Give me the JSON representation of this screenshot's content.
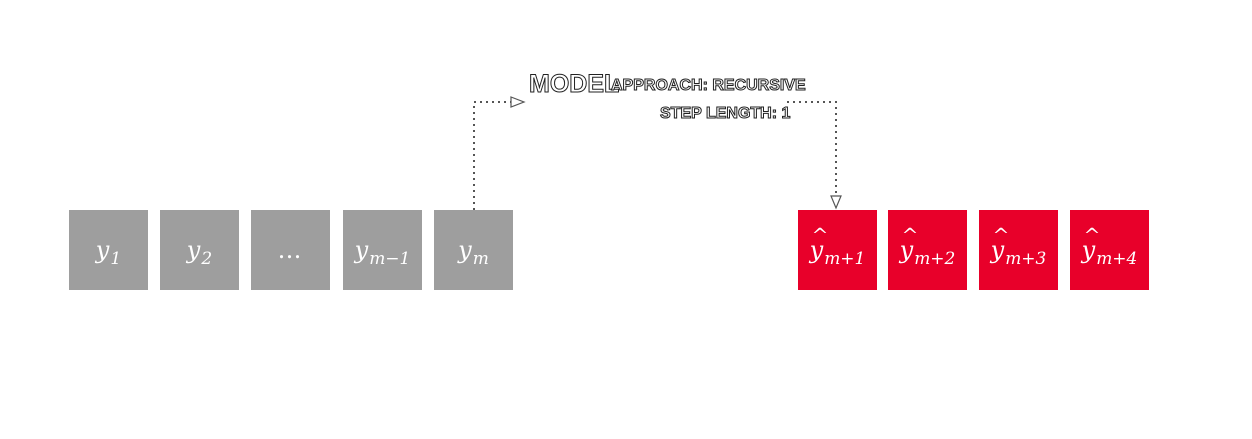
{
  "model": {
    "title": "MODEL",
    "approach": "APPROACH: RECURSIVE",
    "step_length": "STEP LENGTH: 1"
  },
  "inputs": [
    {
      "var": "y",
      "sub": "1"
    },
    {
      "var": "y",
      "sub": "2"
    },
    {
      "ellipsis": "…"
    },
    {
      "var": "y",
      "sub": "m−1"
    },
    {
      "var": "y",
      "sub": "m"
    }
  ],
  "outputs": [
    {
      "var": "y",
      "sub": "m+1"
    },
    {
      "var": "y",
      "sub": "m+2"
    },
    {
      "var": "y",
      "sub": "m+3"
    },
    {
      "var": "y",
      "sub": "m+4"
    }
  ],
  "colors": {
    "input_box": "#9e9e9e",
    "output_box": "#e8002a",
    "connector": "#555555"
  }
}
